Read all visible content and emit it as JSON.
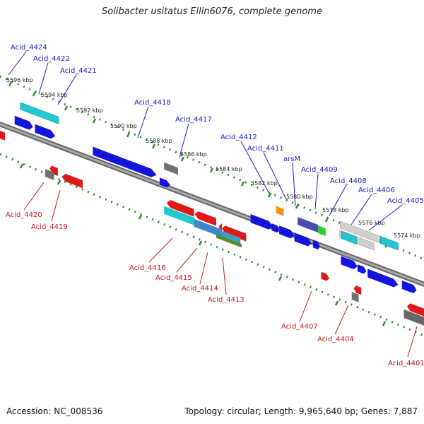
{
  "title": "Solibacter usitatus Ellin6076, complete genome",
  "footer": {
    "accession": "Accession: NC_008536",
    "stats": "Topology: circular; Length: 9,965,640 bp; Genes: 7,887"
  },
  "ticks": [
    "5596 kbp",
    "5594 kbp",
    "5592 kbp",
    "5590 kbp",
    "5588 kbp",
    "5586 kbp",
    "5584 kbp",
    "5582 kbp",
    "5580 kbp",
    "5578 kbp",
    "5576 kbp",
    "5574 kbp"
  ],
  "top_labels": [
    "Acid_4424",
    "Acid_4422",
    "Acid_4421",
    "Acid_4418",
    "Acid_4417",
    "Acid_4412",
    "Acid_4411",
    "arsM",
    "Acid_4409",
    "Acid_4408",
    "Acid_4406",
    "Acid_4405"
  ],
  "bottom_labels": [
    "Acid_4420",
    "Acid_4419",
    "Acid_4416",
    "Acid_4415",
    "Acid_4414",
    "Acid_4413",
    "Acid_4407",
    "Acid_4404",
    "Acid_4401"
  ],
  "colors": {
    "forward_gene": "#1414dc",
    "reverse_gene": "#e01818",
    "rna": "#707070",
    "cyan": "#22c8d0",
    "backbone": "#8a8a8a",
    "tick": "#2e8b2e",
    "top_label": "#1a1acc",
    "bottom_label": "#cc1a1a"
  }
}
